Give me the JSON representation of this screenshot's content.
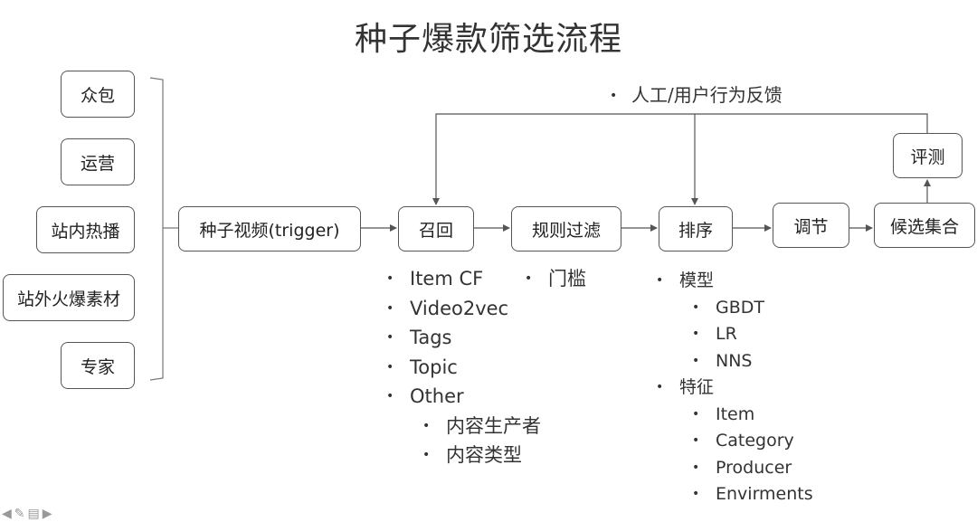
{
  "title": "种子爆款筛选流程",
  "sources": [
    "众包",
    "运营",
    "站内热播",
    "站外火爆素材",
    "专家"
  ],
  "pipeline": {
    "trigger": "种子视频(trigger)",
    "recall": "召回",
    "filter": "规则过滤",
    "rank": "排序",
    "adjust": "调节",
    "candidates": "候选集合",
    "evaluate": "评测"
  },
  "feedback_label": "人工/用户行为反馈",
  "recall_methods": [
    {
      "label": "Item CF",
      "level": 1
    },
    {
      "label": "Video2vec",
      "level": 1
    },
    {
      "label": "Tags",
      "level": 1
    },
    {
      "label": "Topic",
      "level": 1
    },
    {
      "label": "Other",
      "level": 1
    },
    {
      "label": "内容生产者",
      "level": 2
    },
    {
      "label": "内容类型",
      "level": 2
    }
  ],
  "filter_rules": [
    "门槛"
  ],
  "rank_details": [
    {
      "label": "模型",
      "level": 1
    },
    {
      "label": "GBDT",
      "level": 2
    },
    {
      "label": "LR",
      "level": 2
    },
    {
      "label": "NNS",
      "level": 2
    },
    {
      "label": "特征",
      "level": 1
    },
    {
      "label": "Item",
      "level": 2
    },
    {
      "label": "Category",
      "level": 2
    },
    {
      "label": "Producer",
      "level": 2
    },
    {
      "label": "Envirments",
      "level": 2
    }
  ],
  "toolbar_icons": [
    "prev-arrow-icon",
    "pen-icon",
    "notes-icon",
    "next-arrow-icon"
  ]
}
